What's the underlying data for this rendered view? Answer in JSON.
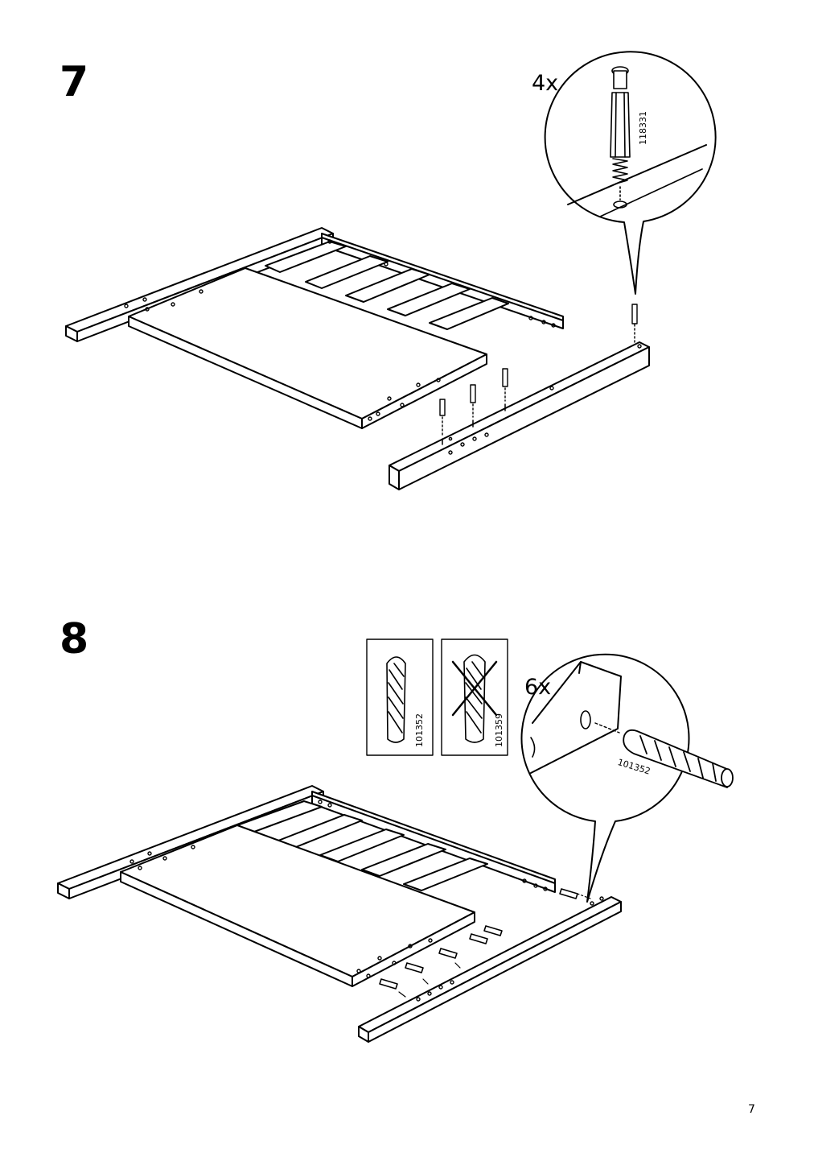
{
  "steps": [
    {
      "number": "7",
      "quantity": "4x",
      "part_code": "118331"
    },
    {
      "number": "8",
      "quantity": "6x",
      "part_code_correct": "101352",
      "part_code_wrong": "101359",
      "part_code_detail": "101352"
    }
  ],
  "page_number": "7",
  "icons": {
    "step7_bed_frame": "bed-frame-illustration",
    "step7_connector": "connector-bolt-icon",
    "step8_bed_frame": "bed-frame-illustration",
    "step8_dowel": "wooden-dowel-icon"
  }
}
